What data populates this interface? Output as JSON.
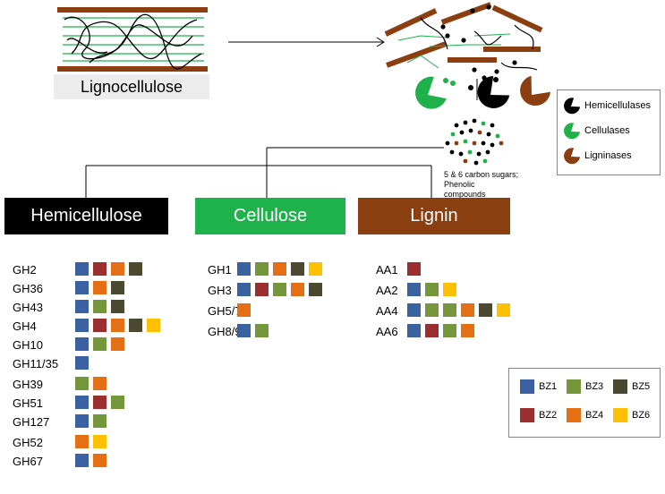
{
  "colors": {
    "BZ1": "#3a62a0",
    "BZ2": "#9b2f2f",
    "BZ3": "#76963c",
    "BZ4": "#e46f14",
    "BZ5": "#4b4930",
    "BZ6": "#ffc000",
    "hemicellulose": "#000000",
    "cellulose": "#1fb24a",
    "lignin": "#8b3f10"
  },
  "source_label": "Lignocellulose",
  "sugars_label": [
    "5 & 6 carbon sugars;",
    "Phenolic",
    "compounds"
  ],
  "enzyme_legend": [
    {
      "label": "Hemicellulases",
      "color": "hemicellulose"
    },
    {
      "label": "Cellulases",
      "color": "cellulose"
    },
    {
      "label": "Ligninases",
      "color": "lignin"
    }
  ],
  "groups": [
    {
      "header": "Hemicellulose",
      "color": "hemicellulose",
      "rows": [
        {
          "label": "GH2",
          "bz": [
            "BZ1",
            "BZ2",
            "BZ4",
            "BZ5"
          ]
        },
        {
          "label": "GH36",
          "bz": [
            "BZ1",
            "BZ4",
            "BZ5"
          ]
        },
        {
          "label": "GH43",
          "bz": [
            "BZ1",
            "BZ3",
            "BZ5"
          ]
        },
        {
          "label": "GH4",
          "bz": [
            "BZ1",
            "BZ2",
            "BZ4",
            "BZ5",
            "BZ6"
          ]
        },
        {
          "label": "GH10",
          "bz": [
            "BZ1",
            "BZ3",
            "BZ4"
          ]
        },
        {
          "label": "GH11/35",
          "bz": [
            "BZ1"
          ]
        },
        {
          "label": "GH39",
          "bz": [
            "BZ3",
            "BZ4"
          ]
        },
        {
          "label": "GH51",
          "bz": [
            "BZ1",
            "BZ2",
            "BZ3"
          ]
        },
        {
          "label": "GH127",
          "bz": [
            "BZ1",
            "BZ3"
          ]
        },
        {
          "label": "GH52",
          "bz": [
            "BZ4",
            "BZ6"
          ]
        },
        {
          "label": "GH67",
          "bz": [
            "BZ1",
            "BZ4"
          ]
        }
      ]
    },
    {
      "header": "Cellulose",
      "color": "cellulose",
      "rows": [
        {
          "label": "GH1",
          "bz": [
            "BZ1",
            "BZ3",
            "BZ4",
            "BZ5",
            "BZ6"
          ]
        },
        {
          "label": "GH3",
          "bz": [
            "BZ1",
            "BZ2",
            "BZ3",
            "BZ4",
            "BZ5"
          ]
        },
        {
          "label": "GH5/74",
          "bz": [
            "BZ4"
          ]
        },
        {
          "label": "GH8/9",
          "bz": [
            "BZ1",
            "BZ3"
          ]
        }
      ]
    },
    {
      "header": "Lignin",
      "color": "lignin",
      "rows": [
        {
          "label": "AA1",
          "bz": [
            "BZ2"
          ]
        },
        {
          "label": "AA2",
          "bz": [
            "BZ1",
            "BZ3",
            "BZ6"
          ]
        },
        {
          "label": "AA4",
          "bz": [
            "BZ1",
            "BZ3",
            "BZ3",
            "BZ4",
            "BZ5",
            "BZ6"
          ]
        },
        {
          "label": "AA6",
          "bz": [
            "BZ1",
            "BZ2",
            "BZ3",
            "BZ4"
          ]
        }
      ]
    }
  ],
  "bz_legend": [
    {
      "label": "BZ1"
    },
    {
      "label": "BZ3"
    },
    {
      "label": "BZ5"
    },
    {
      "label": "BZ2"
    },
    {
      "label": "BZ4"
    },
    {
      "label": "BZ6"
    }
  ]
}
